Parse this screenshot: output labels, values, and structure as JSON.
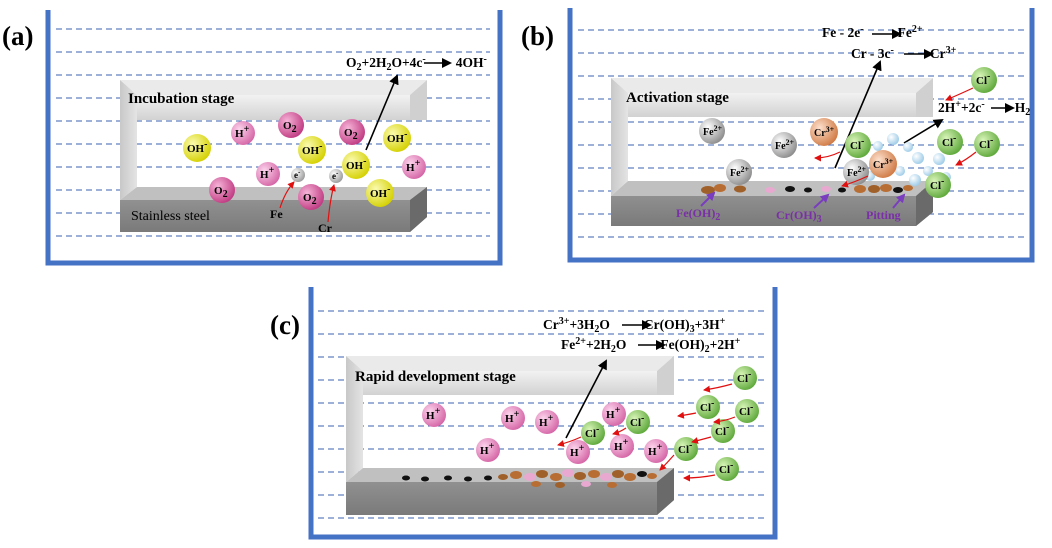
{
  "panels": [
    {
      "label": "(a)",
      "stage": "Incubation stage",
      "material_label": "Stainless steel",
      "equation": {
        "a": "O",
        "b": "2",
        "c": "+2H",
        "d": "2",
        "e": "O+4c",
        "f": "-",
        "g": "4OH",
        "h": "-"
      },
      "source_labels": [
        "Fe",
        "Cr"
      ],
      "electron": "e",
      "electron_sup": "-"
    },
    {
      "label": "(b)",
      "stage": "Activation stage",
      "equations": [
        {
          "lhs": "Fe - 2e",
          "lhs_sup": "-",
          "rhs": "Fe",
          "rhs_sup": "2+"
        },
        {
          "lhs": "Cr - 3c",
          "lhs_sup": "-",
          "rhs": "Cr",
          "rhs_sup": "3+"
        },
        {
          "lhs": "2H",
          "lhs_sup": "+",
          "lhs2": "+2c",
          "lhs2_sup": "-",
          "rhs": "H",
          "rhs_sub": "2"
        }
      ],
      "annotations": [
        {
          "text": "Fe(OH)",
          "sub": "2"
        },
        {
          "text": "Cr(OH)",
          "sub": "3"
        },
        {
          "text": "Pitting"
        }
      ]
    },
    {
      "label": "(c)",
      "stage": "Rapid development stage",
      "equations": [
        {
          "a": "Cr",
          "a_sup": "3+",
          "b": "+3H",
          "b_sub": "2",
          "c": "O",
          "d": "Cr(OH)",
          "d_sub": "3",
          "e": "+3H",
          "e_sup": "+"
        },
        {
          "a": "Fe",
          "a_sup": "2+",
          "b": "+2H",
          "b_sub": "2",
          "c": "O",
          "d": "Fe(OH)",
          "d_sub": "2",
          "e": "+2H",
          "e_sup": "+"
        }
      ]
    }
  ],
  "ions": {
    "O2": "O",
    "O2_sub": "2",
    "H": "H",
    "H_sup": "+",
    "OH": "OH",
    "OH_sup": "-",
    "Cl": "Cl",
    "Cl_sup": "-",
    "Fe2": "Fe",
    "Fe2_sup": "2+",
    "Cr3": "Cr",
    "Cr3_sup": "3+"
  },
  "colors": {
    "container": "#4472c4",
    "water_lines": "#3a62b0",
    "O2_ion": "#d04d92",
    "H_ion": "#e07ab8",
    "OH_ion": "#e8e81a",
    "Cl_ion": "#8fd060",
    "Fe_ion": "#c8c8c8",
    "Cr_ion": "#e8a070",
    "arrow_red": "#e01010",
    "annotation_arrow": "#7a3dbf"
  }
}
